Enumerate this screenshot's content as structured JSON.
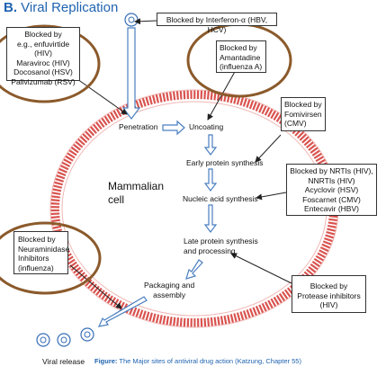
{
  "title": {
    "letter": "B.",
    "text": "Viral Replication"
  },
  "boxes": {
    "entry": "Blocked by\ne.g., enfuvirtide (HIV)\nMaraviroc (HIV)\nDocosanol (HSV)\nPalivizumab (RSV)",
    "interferon": "Blocked by Interferon-α (HBV, HCV)",
    "amantadine": "Blocked by\nAmantadine\n(influenza A)",
    "fomivirsen": "Blocked by\nFomivirsen\n(CMV)",
    "nrti": "Blocked by NRTIs (HIV),\nNNRTIs (HIV)\nAcyclovir (HSV)\nFoscarnet (CMV)\nEntecavir (HBV)",
    "neuraminidase": "Blocked by\nNeuraminidase\nInhibitors\n(influenza)",
    "protease": "Blocked by\nProtease inhibitors\n(HIV)"
  },
  "steps": {
    "penetration": "Penetration",
    "uncoating": "Uncoating",
    "early": "Early protein synthesis",
    "nucleic": "Nucleic acid synthesis",
    "late": "Late protein synthesis\nand  processing",
    "packaging": "Packaging and\nassembly"
  },
  "cell_label": "Mammalian\ncell",
  "release_label": "Viral release",
  "caption": {
    "prefix": "Figure:",
    "text": " The Major sites of antiviral drug action (Katzung, Chapter 55)"
  },
  "colors": {
    "title": "#1f63b0",
    "membrane": "#d9534f",
    "arrow": "#4a7fc0",
    "highlight": "#8b5a2b",
    "virus": "#3a6fb5"
  }
}
